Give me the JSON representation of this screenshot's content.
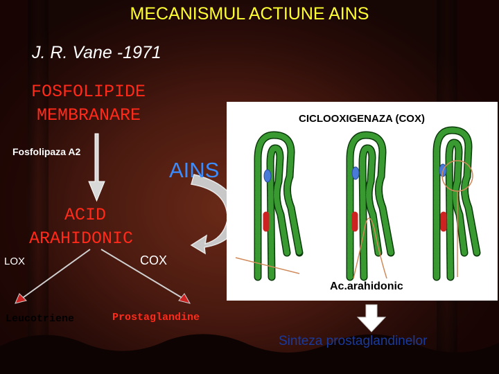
{
  "title": "MECANISMUL ACTIUNE AINS",
  "author": "J. R. Vane -1971",
  "substrate": {
    "line1": "FOSFOLIPIDE",
    "line2": "MEMBRANARE"
  },
  "enzyme_label": "Fosfolipaza A2",
  "acid": {
    "line1": "ACID",
    "line2": "ARAHIDONIC"
  },
  "lox_label": "LOX",
  "cox_label": "COX",
  "leucotriene_label": "Leucotriene",
  "prostaglandine_label": "Prostaglandine",
  "ains_label": "AINS",
  "cox_panel": {
    "title": "CICLOOXIGENAZA (COX)",
    "caption": "Ac.arahidonic"
  },
  "synthesis_label": "Sinteza prostaglandinelor",
  "colors": {
    "title": "#ffff33",
    "red_text": "#ff2a1a",
    "ains": "#3a8cff",
    "synthesis": "#1a3a9c",
    "membrane_green": "#2e8b2e"
  }
}
